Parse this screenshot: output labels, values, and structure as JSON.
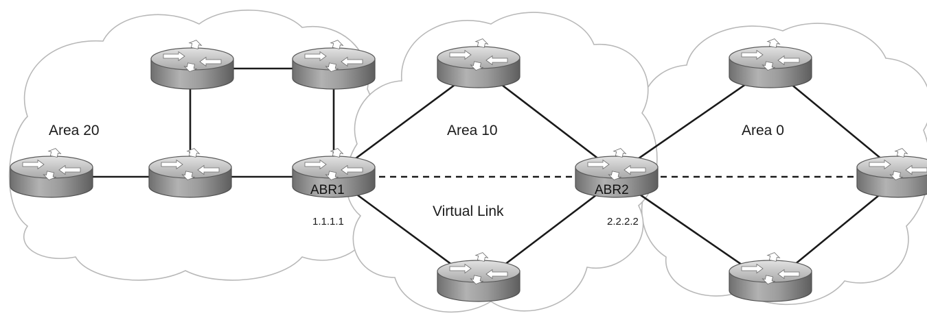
{
  "areas": {
    "area20": "Area 20",
    "area10": "Area 10",
    "area0": "Area 0"
  },
  "routers": {
    "abr1": {
      "name": "ABR1",
      "router_id": "1.1.1.1"
    },
    "abr2": {
      "name": "ABR2",
      "router_id": "2.2.2.2"
    }
  },
  "virtual_link": {
    "label": "Virtual Link"
  },
  "colors": {
    "router_body": "#9a9a9a",
    "router_top": "#c4c4c4",
    "cloud_outline": "#b8b8b8",
    "link": "#1a1a1a"
  }
}
